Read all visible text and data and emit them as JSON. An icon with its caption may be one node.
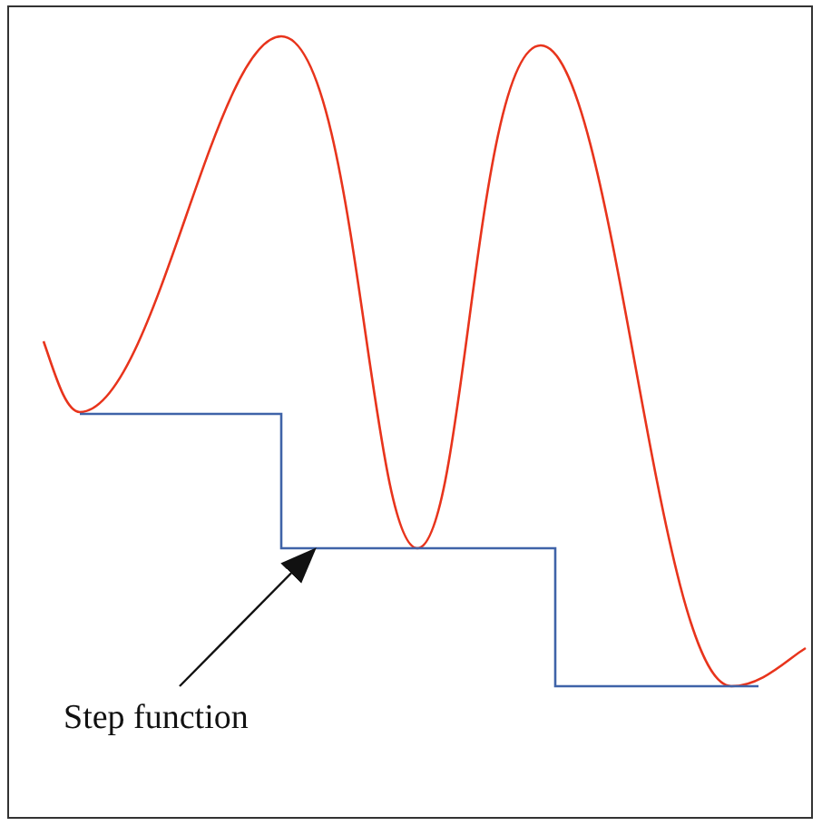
{
  "diagram": {
    "nodes": [
      {
        "text": [
          "Step function"
        ]
      },
      {
        "text": [],
        "shape": "line"
      }
    ],
    "edges": [
      {
        "from": 0,
        "to": 1,
        "arrow": "to"
      }
    ]
  }
}
